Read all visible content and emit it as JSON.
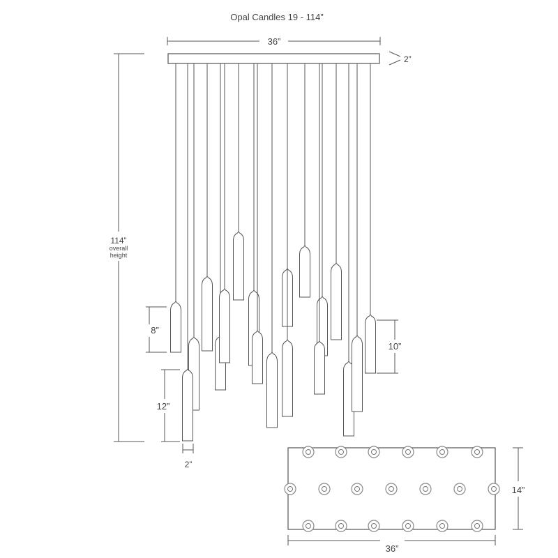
{
  "title": "Opal Candles 19 - 114”",
  "dimensions": {
    "canopy_width": "36”",
    "canopy_height": "2”",
    "overall_height": "114”",
    "overall_height_caption_1": "overall",
    "overall_height_caption_2": "height",
    "pendant_short": "8”",
    "pendant_medium": "10”",
    "pendant_long": "12”",
    "pendant_diameter": "2”",
    "plan_depth": "14”",
    "plan_width": "36”"
  },
  "fixture": {
    "pendant_count": 19
  }
}
